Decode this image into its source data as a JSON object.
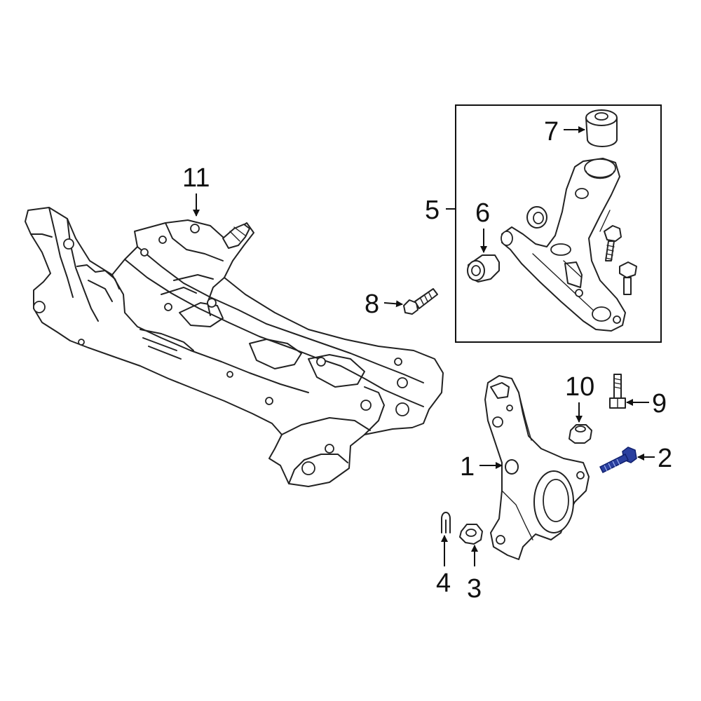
{
  "callouts": {
    "c1": "1",
    "c2": "2",
    "c3": "3",
    "c4": "4",
    "c5": "5",
    "c6": "6",
    "c7": "7",
    "c8": "8",
    "c9": "9",
    "c10": "10",
    "c11": "11"
  },
  "colors": {
    "line": "#222222",
    "highlight": "#2a3f9e",
    "background": "#ffffff"
  },
  "highlighted_part": "2"
}
